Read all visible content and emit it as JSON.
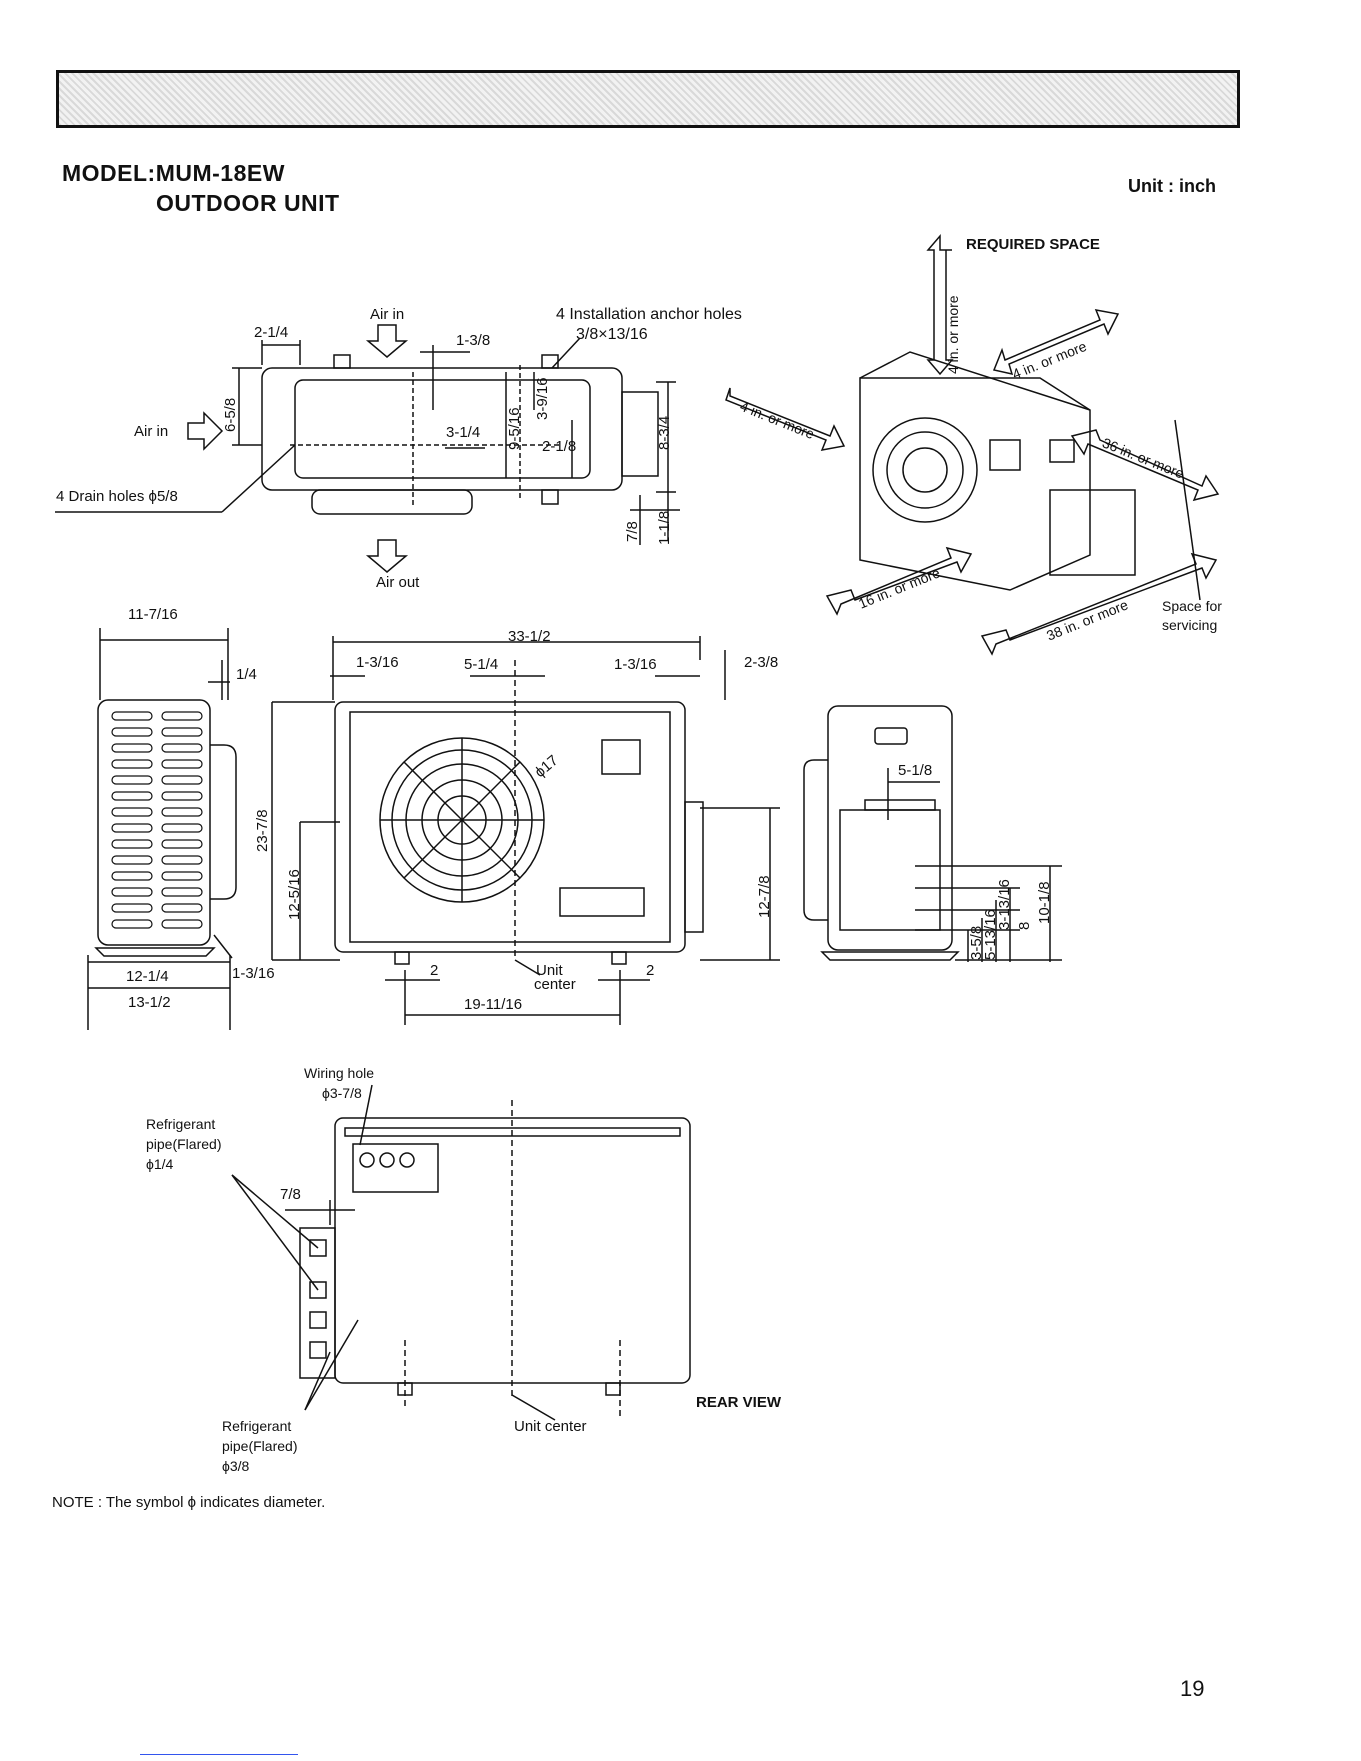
{
  "header": {
    "model": "MODEL:MUM-18EW",
    "subtitle": "OUTDOOR UNIT",
    "unit": "Unit : inch"
  },
  "top_view": {
    "air_in_top": "Air in",
    "air_in_left": "Air in",
    "air_out": "Air out",
    "anchor_holes": "4 Installation anchor holes",
    "anchor_size": "3/8×13/16",
    "drain_holes": "4 Drain holes ϕ5/8",
    "dims": [
      "2-1/4",
      "1-3/8",
      "6-5/8",
      "3-1/4",
      "9-5/16",
      "3-9/16",
      "2-1/8",
      "8-3/4",
      "7/8",
      "1-1/8"
    ]
  },
  "required_space": {
    "title": "REQUIRED SPACE",
    "top": "4 in. or more",
    "back": "4 in. or more",
    "left": "4 in. or more",
    "right": "36 in. or more",
    "front": "16 in. or more",
    "service": "38 in. or more",
    "service_label_1": "Space for",
    "service_label_2": "servicing"
  },
  "front_view": {
    "dims": {
      "depth": "11-7/16",
      "quarter": "1/4",
      "height": "23-7/8",
      "inner": "12-5/16",
      "foot1": "12-1/4",
      "foot2": "13-1/2",
      "side": "1-3/16",
      "width": "33-1/2",
      "left_off": "1-3/16",
      "mid": "5-1/4",
      "right_off": "1-3/16",
      "protrude": "2-3/8",
      "fan": "ϕ17",
      "right_h": "12-7/8",
      "foot_a": "2",
      "foot_b": "2",
      "center_span": "19-11/16"
    },
    "unit_center_1": "Unit",
    "unit_center_2": "center"
  },
  "side_view": {
    "dims": [
      "5-1/8",
      "10-1/8",
      "8",
      "3-13/16",
      "3-5/8",
      "5-13/16"
    ]
  },
  "rear_view": {
    "label": "REAR VIEW",
    "wiring_hole": "Wiring hole",
    "wiring_size": "ϕ3-7/8",
    "refrig_a_1": "Refrigerant",
    "refrig_a_2": "pipe(Flared)",
    "refrig_a_3": "ϕ1/4",
    "refrig_b_1": "Refrigerant",
    "refrig_b_2": "pipe(Flared)",
    "refrig_b_3": "ϕ3/8",
    "dim_78": "7/8",
    "unit_center": "Unit center"
  },
  "note": "NOTE : The symbol ϕ indicates diameter.",
  "page_number": "19"
}
